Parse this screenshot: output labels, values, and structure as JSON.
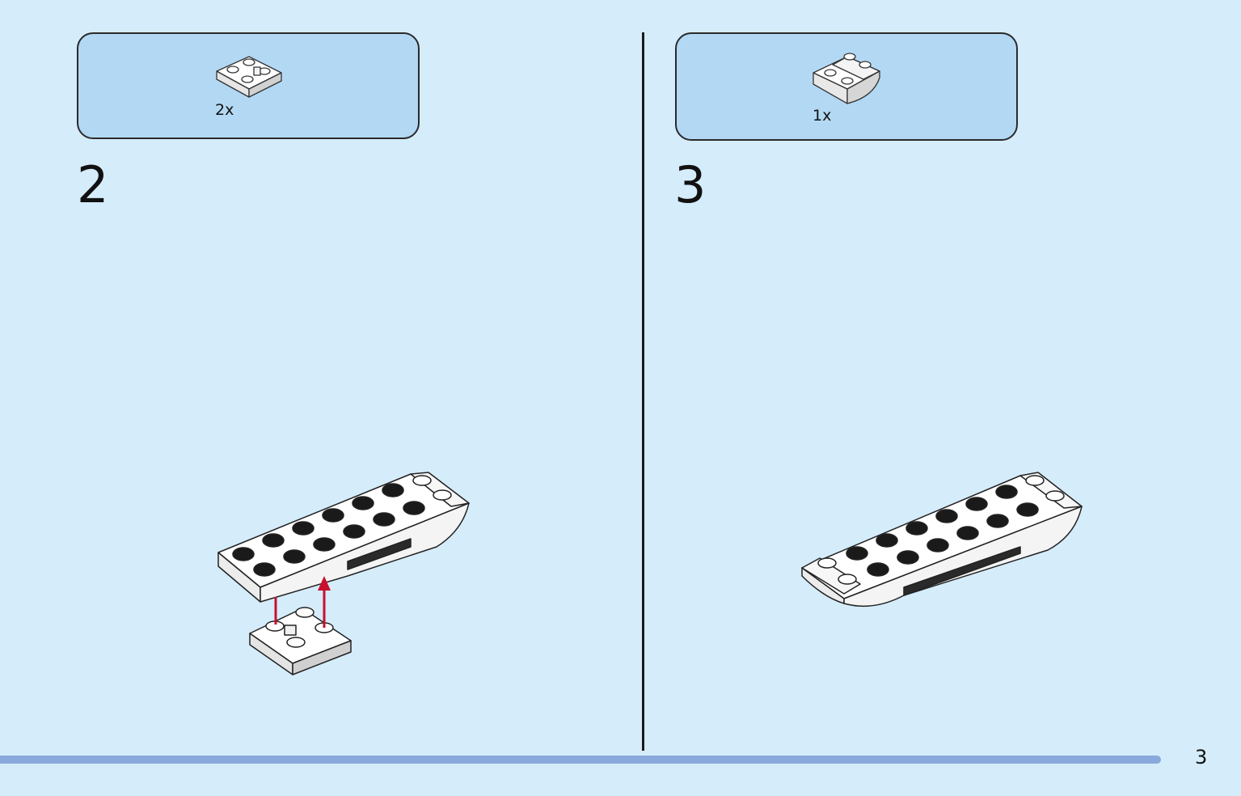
{
  "parts": {
    "left": {
      "quantity": "2x"
    },
    "right": {
      "quantity": "1x"
    }
  },
  "steps": {
    "left": {
      "number": "2"
    },
    "right": {
      "number": "3"
    }
  },
  "page_number": "3",
  "colors": {
    "background": "#d5ecfb",
    "parts_box": "#b3d8f4",
    "progress": "#89a9dc",
    "arrow": "#c8102e",
    "brick": "#ffffff",
    "outline": "#1a1a1a"
  },
  "icons": [
    "inverted-slope-2x2-icon",
    "inverted-slope-2x4-icon",
    "plate-assembly-icon",
    "assembly-arrow-icon"
  ]
}
